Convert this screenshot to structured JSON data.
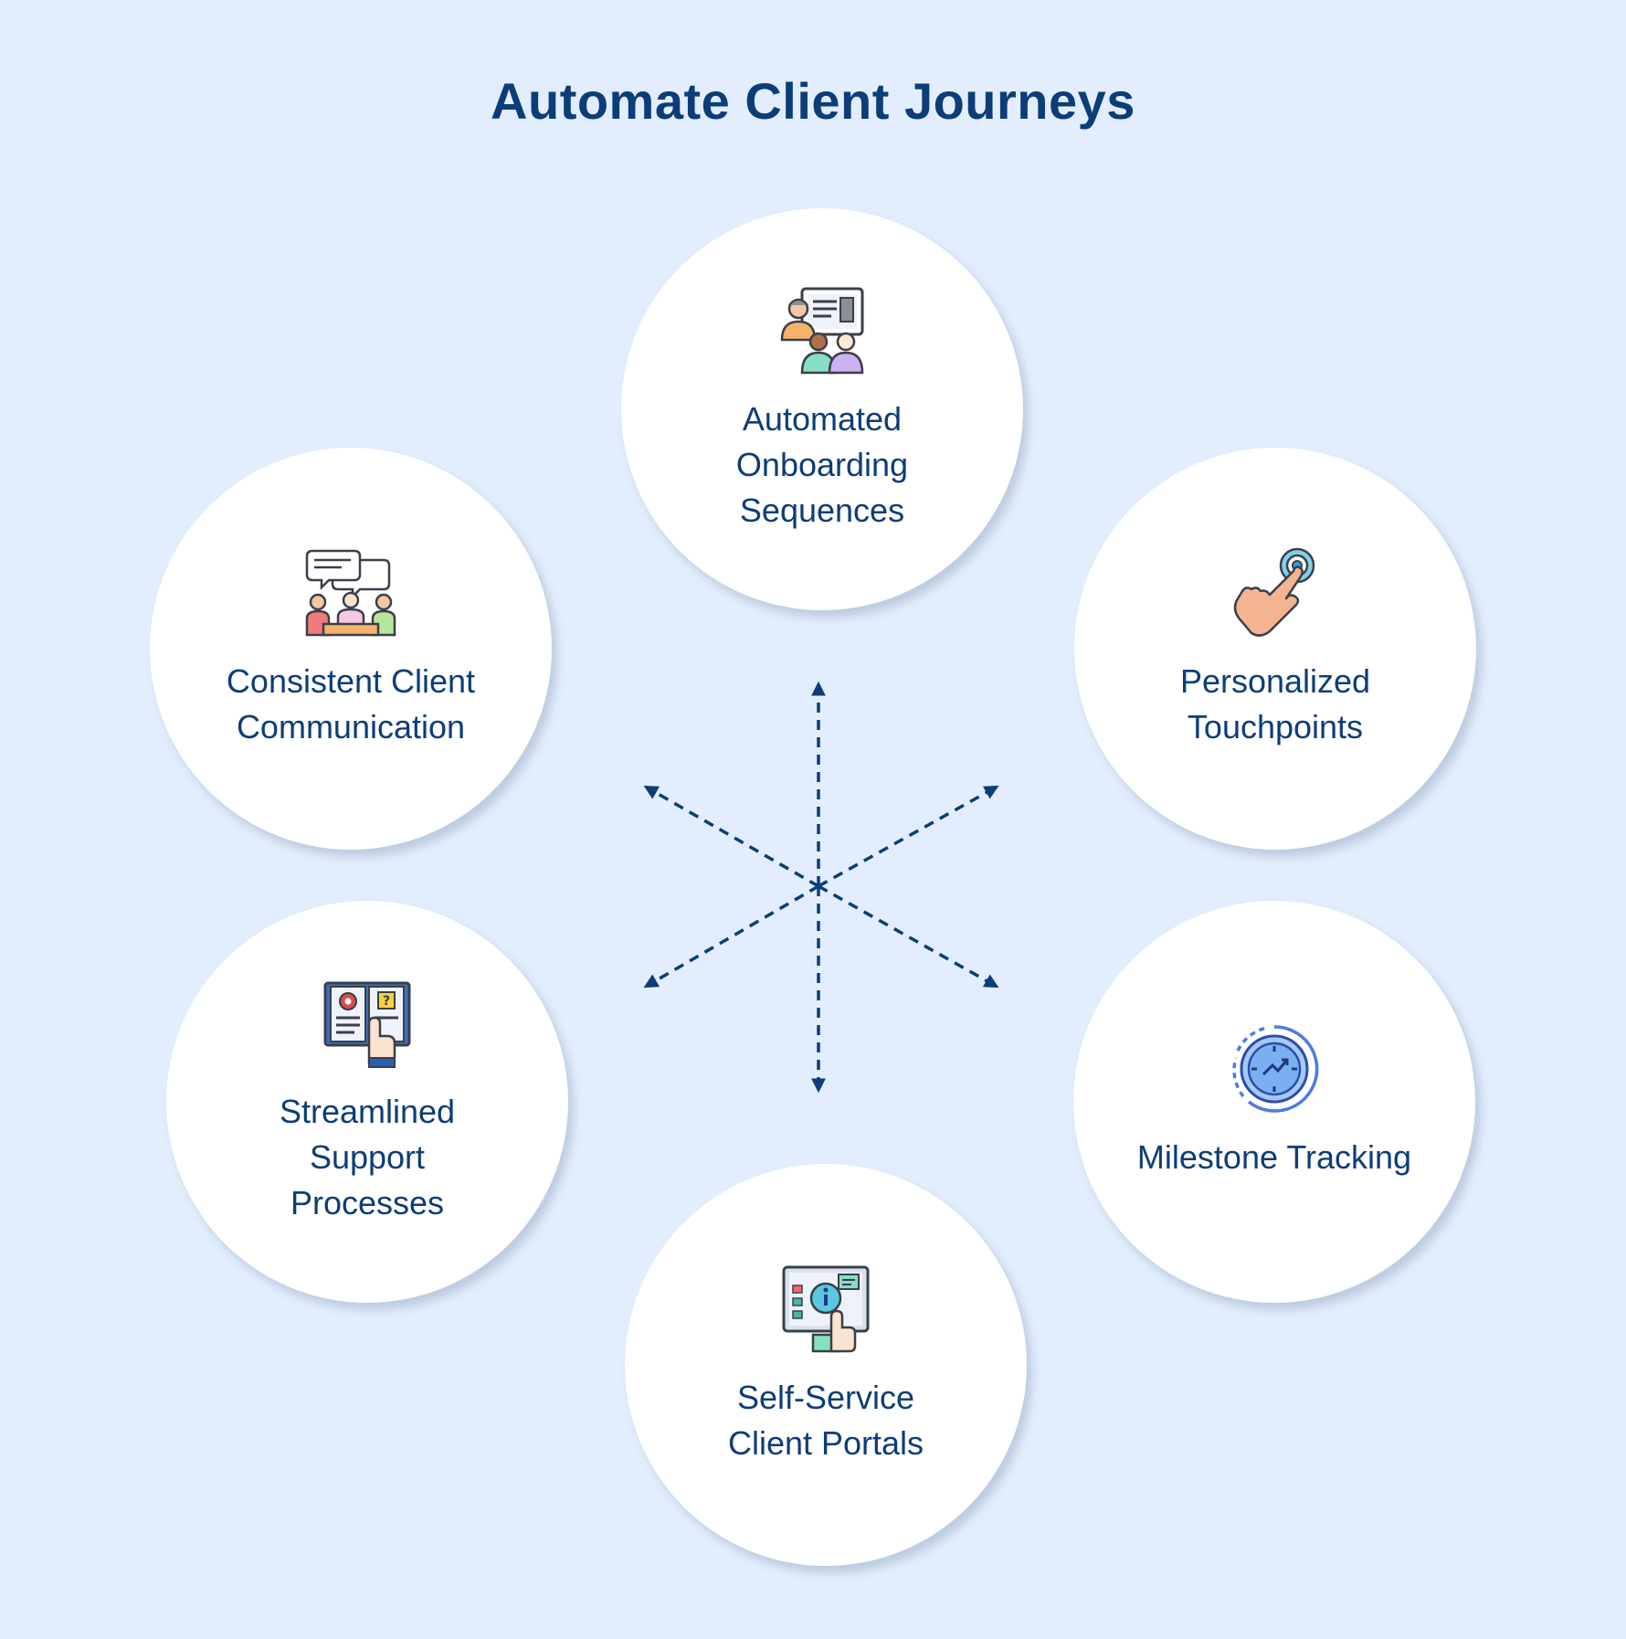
{
  "diagram": {
    "title": "Automate Client Journeys",
    "nodes": [
      {
        "id": "onboarding",
        "label": "Automated\nOnboarding\nSequences",
        "icon": "presentation-team-icon"
      },
      {
        "id": "touchpoints",
        "label": "Personalized\nTouchpoints",
        "icon": "finger-tap-icon"
      },
      {
        "id": "milestone",
        "label": "Milestone Tracking",
        "icon": "clock-progress-icon"
      },
      {
        "id": "portals",
        "label": "Self-Service\nClient Portals",
        "icon": "info-screen-touch-icon"
      },
      {
        "id": "support",
        "label": "Streamlined\nSupport\nProcesses",
        "icon": "help-book-touch-icon"
      },
      {
        "id": "communication",
        "label": "Consistent Client\nCommunication",
        "icon": "team-chat-icon"
      }
    ],
    "colors": {
      "background": "#e2eefd",
      "title": "#0d3d78",
      "arrow": "#0d3d78",
      "node": "#ffffff"
    }
  }
}
